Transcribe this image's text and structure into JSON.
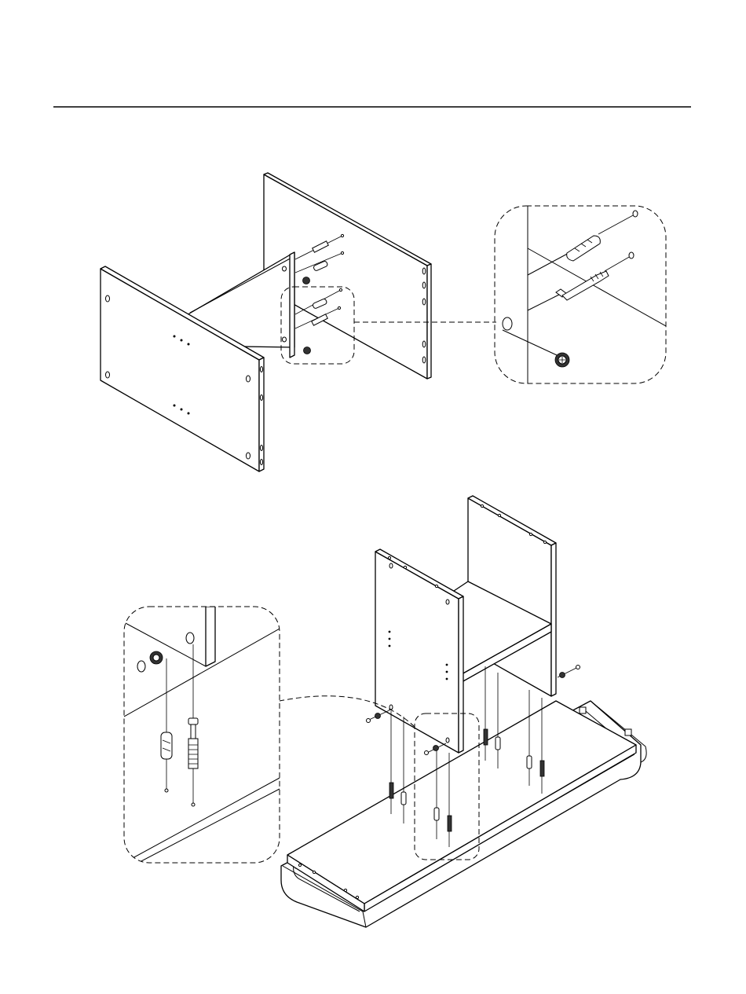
{
  "page": {
    "background": "#ffffff",
    "line_color": "#000000"
  },
  "figures": [
    {
      "name": "side-panel-to-back-panel",
      "detail_callout": "cam-lock-and-dowel-detail"
    },
    {
      "name": "cabinet-to-base",
      "detail_callout": "cam-bolt-into-base-detail"
    }
  ]
}
